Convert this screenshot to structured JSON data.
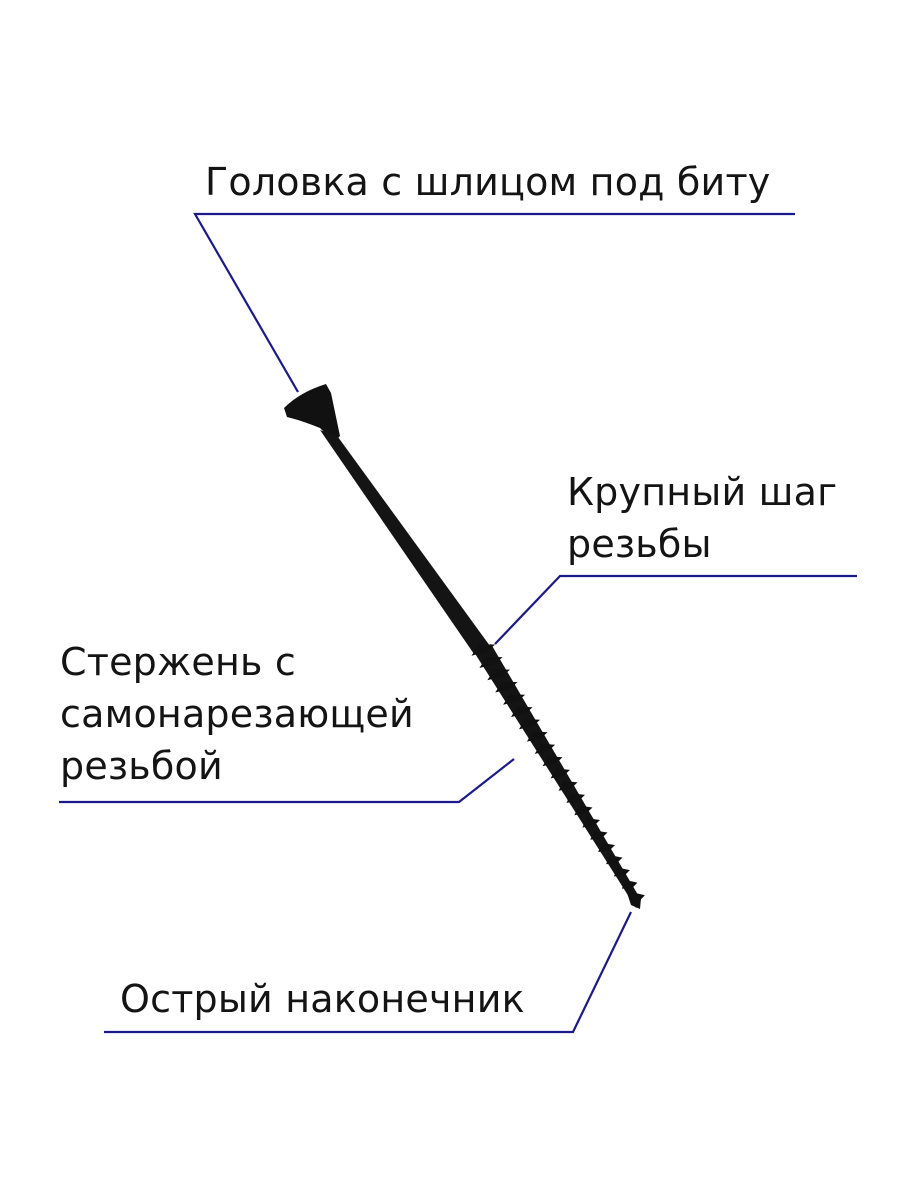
{
  "diagram": {
    "subject": "self-tapping screw",
    "colors": {
      "leader_line": "#1a1a8c",
      "screw": "#111111",
      "text": "#141414",
      "background": "#ffffff"
    },
    "labels": {
      "head": "Головка с шлицом под биту",
      "thread_pitch": [
        "Крупный шаг",
        "резьбы"
      ],
      "shank": [
        "Стержень с",
        "самонарезающей",
        "резьбой"
      ],
      "tip": "Острый наконечник"
    }
  }
}
